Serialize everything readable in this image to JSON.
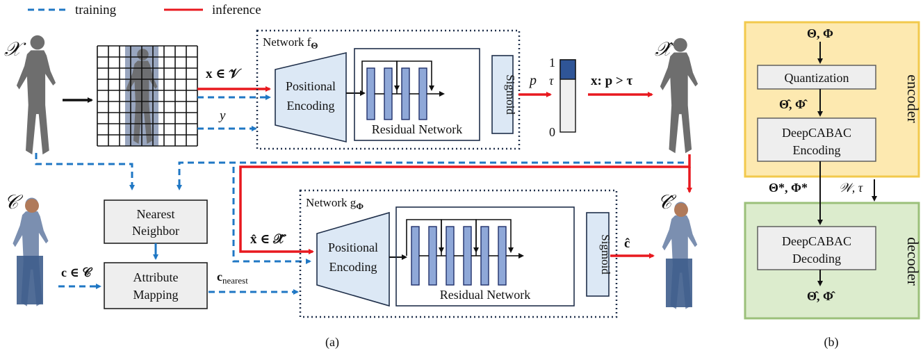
{
  "legend": {
    "training": "training",
    "inference": "inference"
  },
  "labels": {
    "set_X": "𝒳",
    "set_X_hat": "𝒳̂",
    "set_C": "𝒞",
    "set_C_hat": "𝒞̂",
    "x_in_V": "x ∈ 𝒱",
    "y": "y",
    "p": "p",
    "tau": "τ",
    "one": "1",
    "zero": "0",
    "x_p_tau": "x: p > τ",
    "x_hat_in_X_hat": "x̂ ∈ 𝒳̂",
    "c_in_C": "c ∈ 𝒞",
    "c_nearest": "c",
    "c_nearest_sub": "nearest",
    "c_hat": "ĉ"
  },
  "network_f": {
    "title": "Network f",
    "title_sub": "Θ",
    "pe": [
      "Positional",
      "Encoding"
    ],
    "residual": "Residual Network",
    "sigmoid": "Sigmoid"
  },
  "network_g": {
    "title": "Network g",
    "title_sub": "Φ",
    "pe": [
      "Positional",
      "Encoding"
    ],
    "residual": "Residual Network",
    "sigmoid": "Sigmoid"
  },
  "nearest_neighbor": [
    "Nearest",
    "Neighbor"
  ],
  "attribute_mapping": [
    "Attribute",
    "Mapping"
  ],
  "caption_a": "(a)",
  "caption_b": "(b)",
  "codec": {
    "encoder": "encoder",
    "decoder": "decoder",
    "theta_phi": "Θ, Φ",
    "quantization": "Quantization",
    "theta_phi_hat": "Θ̂, Φ̂",
    "deepcabac_enc": [
      "DeepCABAC",
      "Encoding"
    ],
    "theta_phi_star": "Θ*, Φ*",
    "w_tau": "𝒲, τ",
    "deepcabac_dec": [
      "DeepCABAC",
      "Decoding"
    ],
    "theta_phi_hat_out": "Θ̂, Φ̂"
  },
  "colors": {
    "training": "#1f77c4",
    "inference": "#e8191f",
    "block_fill": "#dce8f5",
    "residual_bar": "#8fa8d8",
    "residual_bar_stroke": "#1f2f6a",
    "encoder_fill": "#fde9b0",
    "encoder_border": "#f2c94c",
    "decoder_fill": "#dceccd",
    "decoder_border": "#9bc07a",
    "gray_box": "#eeeeee",
    "prob_top": "#2f5597",
    "figure": "#6e6e6e"
  }
}
